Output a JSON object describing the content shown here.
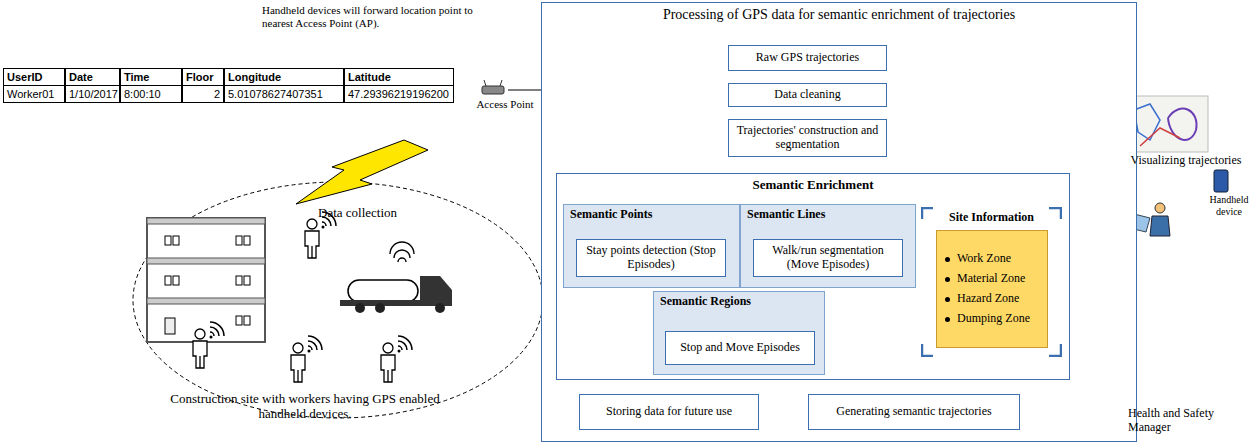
{
  "diagram": {
    "nodes": [
      {
        "text": [
          "Processing of GPS data for semantic enrichment of trajectories"
        ]
      },
      {
        "text": [
          "Raw GPS trajectories"
        ],
        "in": 0
      },
      {
        "text": [
          "Data cleaning"
        ],
        "in": 0
      },
      {
        "text": [
          "Trajectories' construction and segmentation"
        ],
        "in": 0
      },
      {
        "text": [
          "Semantic Enrichment"
        ],
        "in": 0
      },
      {
        "text": [
          "Semantic Points"
        ],
        "in": 4
      },
      {
        "text": [
          "Stay points detection (Stop Episodes)"
        ],
        "in": 5
      },
      {
        "text": [
          "Semantic Lines"
        ],
        "in": 4
      },
      {
        "text": [
          "Walk/run segmentation (Move Episodes)"
        ],
        "in": 7
      },
      {
        "text": [
          "Semantic Regions"
        ],
        "in": 4
      },
      {
        "text": [
          "Stop and Move Episodes"
        ],
        "in": 9
      },
      {
        "text": [
          "Site Information"
        ],
        "in": 4
      },
      {
        "text": [
          "Work Zone",
          "Material Zone",
          "Hazard Zone",
          "Dumping Zone"
        ],
        "in": 11
      },
      {
        "text": [
          "Storing data for future use"
        ],
        "in": 0
      },
      {
        "text": [
          "Generating semantic trajectories"
        ],
        "in": 0
      },
      {
        "text": [
          "Health and Safety Manager"
        ]
      }
    ],
    "edges": [
      {
        "from": 1,
        "to": 2,
        "arrow": "to"
      },
      {
        "from": 2,
        "to": 3,
        "arrow": "to"
      },
      {
        "from": 3,
        "to": 4,
        "arrow": "to"
      },
      {
        "from": 11,
        "to": 9,
        "arrow": "to"
      },
      {
        "from": 4,
        "to": 13,
        "arrow": "to"
      },
      {
        "from": 4,
        "to": 14,
        "arrow": "to"
      },
      {
        "from": 14,
        "to": 15,
        "arrow": "to"
      }
    ],
    "labels": [
      "Handheld devices will forward location point to nearest Access Point (AP).",
      "Access Point",
      "UserID",
      "Date",
      "Time",
      "Floor",
      "Longitude",
      "Latitude",
      "Worker01",
      "1/10/2017",
      "8:00:10",
      "2",
      "5.01078627407351",
      "47.29396219196200",
      "Data collection",
      "Construction site with workers having GPS enabled handheld devices.",
      "Visualizing trajectories",
      "Handheld device"
    ]
  }
}
